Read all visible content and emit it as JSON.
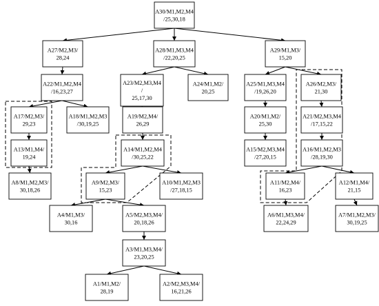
{
  "diagram": {
    "nodes": {
      "A30": [
        "A30/M1,M2,M4",
        "/25,30,18"
      ],
      "A27": [
        "A27/M2,M3/",
        "28,24"
      ],
      "A28": [
        "A28/M1,M3,M4",
        "/22,20,25"
      ],
      "A29": [
        "A29/M1,M3/",
        "15,20"
      ],
      "A22": [
        "A22/M1,M2,M4",
        "/16,23,27"
      ],
      "A23": [
        "A23/M2,M3,M4",
        "/",
        "25,17,30"
      ],
      "A24": [
        "A24/M1,M2/",
        "20,25"
      ],
      "A25": [
        "A25/M1,M3,M4",
        "/19,26,20"
      ],
      "A26": [
        "A26/M2,M3/",
        "21,30"
      ],
      "A17": [
        "A17/M2,M3/",
        "29,23"
      ],
      "A18": [
        "A18/M1,M2,M3",
        "/30,19,25"
      ],
      "A19": [
        "A19/M2,M4/",
        "26,29"
      ],
      "A20": [
        "A20/M1,M2/",
        "25,30"
      ],
      "A21": [
        "A21/M2,M3,M4",
        "/17,15,22"
      ],
      "A13": [
        "A13/M1,M4/",
        "19,24"
      ],
      "A14": [
        "A14/M1,M2,M4",
        "/30,25,22"
      ],
      "A15": [
        "A15/M2,M3,M4",
        "/27,20,15"
      ],
      "A16": [
        "A16/M1,M2,M3",
        "/28,19,30"
      ],
      "A8": [
        "A8/M1,M2,M3/",
        "30,18,26"
      ],
      "A9": [
        "A9/M2,M3/",
        "15,23"
      ],
      "A10": [
        "A10/M1,M2,M3",
        "/27,18,15"
      ],
      "A11": [
        "A11/M2,M4/",
        "16,23"
      ],
      "A12": [
        "A12/M1,M4/",
        "21,15"
      ],
      "A4": [
        "A4/M1,M3/",
        "30,16"
      ],
      "A5": [
        "A5/M2,M3,M4/",
        "20,18,26"
      ],
      "A6": [
        "A6/M1,M3,M4/",
        "22,24,29"
      ],
      "A7": [
        "A7/M1,M2,M3/",
        "30,19,25"
      ],
      "A3": [
        "A3/M1,M3,M4/",
        "23,20,25"
      ],
      "A1": [
        "A1/M1,M2/",
        "28,19"
      ],
      "A2": [
        "A2/M2,M3,M4/",
        "16,21,26"
      ]
    },
    "edges": [
      [
        "A30",
        "A27"
      ],
      [
        "A30",
        "A28"
      ],
      [
        "A30",
        "A29"
      ],
      [
        "A27",
        "A22"
      ],
      [
        "A22",
        "A17"
      ],
      [
        "A22",
        "A18"
      ],
      [
        "A17",
        "A13"
      ],
      [
        "A13",
        "A8"
      ],
      [
        "A28",
        "A23"
      ],
      [
        "A28",
        "A24"
      ],
      [
        "A23",
        "A19"
      ],
      [
        "A19",
        "A14"
      ],
      [
        "A14",
        "A9"
      ],
      [
        "A14",
        "A10"
      ],
      [
        "A9",
        "A4"
      ],
      [
        "A9",
        "A5"
      ],
      [
        "A5",
        "A3"
      ],
      [
        "A3",
        "A1"
      ],
      [
        "A3",
        "A2"
      ],
      [
        "A29",
        "A25"
      ],
      [
        "A29",
        "A26"
      ],
      [
        "A25",
        "A20"
      ],
      [
        "A20",
        "A15"
      ],
      [
        "A26",
        "A21"
      ],
      [
        "A21",
        "A16"
      ],
      [
        "A16",
        "A11"
      ],
      [
        "A16",
        "A12"
      ],
      [
        "A11",
        "A6"
      ],
      [
        "A12",
        "A7"
      ]
    ]
  }
}
